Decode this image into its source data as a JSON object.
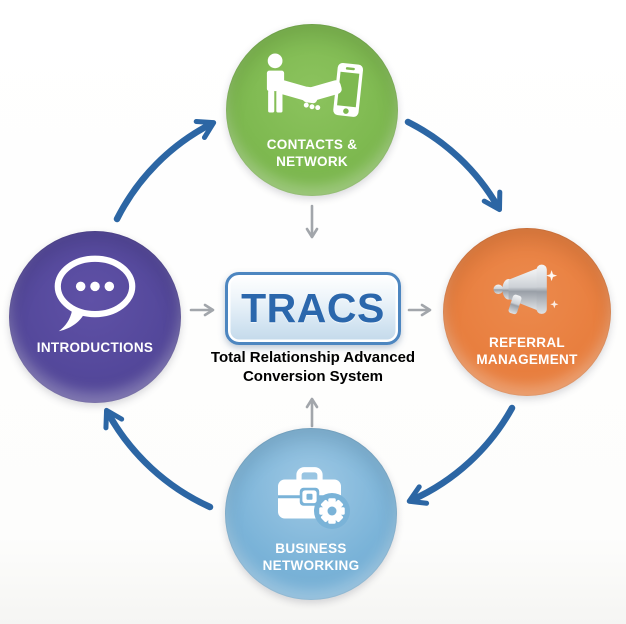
{
  "diagram": {
    "name": "TRACS cycle diagram",
    "center": {
      "title": "TRACS",
      "subtitle_line1": "Total Relationship Advanced",
      "subtitle_line2": "Conversion System",
      "box_border_color": "#4d86c0",
      "title_color": "#2b67ac"
    },
    "nodes": [
      {
        "id": "contacts-network",
        "position": "top",
        "label_line1": "CONTACTS &",
        "label_line2": "NETWORK",
        "color": "#7eb950",
        "icon": "person-handshake-phone-icon"
      },
      {
        "id": "referral-management",
        "position": "right",
        "label_line1": "REFERRAL",
        "label_line2": "MANAGEMENT",
        "color": "#e87e3e",
        "icon": "megaphone-icon"
      },
      {
        "id": "business-networking",
        "position": "bottom",
        "label_line1": "BUSINESS",
        "label_line2": "NETWORKING",
        "color": "#7ab3d8",
        "icon": "briefcase-gear-icon"
      },
      {
        "id": "introductions",
        "position": "left",
        "label_line1": "INTRODUCTIONS",
        "label_line2": "",
        "color": "#54489b",
        "icon": "speech-bubble-icon"
      }
    ],
    "flow": {
      "direction": "clockwise",
      "arrow_color": "#2c66a4",
      "sequence": [
        "INTRODUCTIONS",
        "CONTACTS & NETWORK",
        "REFERRAL MANAGEMENT",
        "BUSINESS NETWORKING"
      ]
    },
    "center_arrows": {
      "color": "#a2a6ab",
      "links": [
        "contacts-network→center",
        "introductions→center",
        "center→referral-management",
        "business-networking→center"
      ]
    }
  }
}
